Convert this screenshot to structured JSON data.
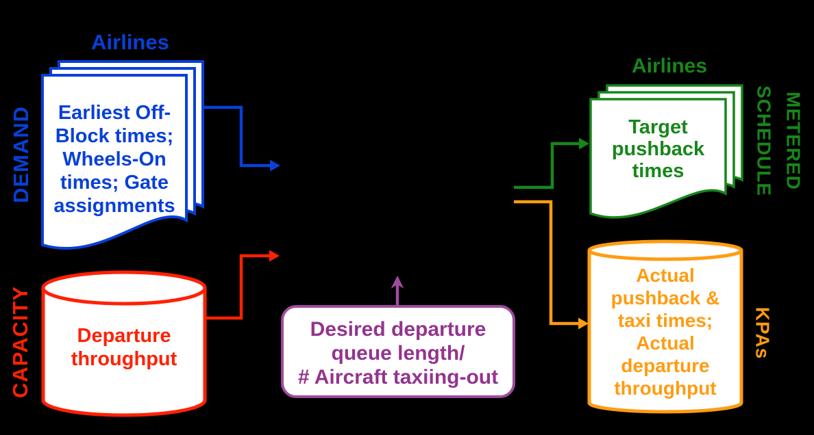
{
  "colors": {
    "blue": "#0840D8",
    "red": "#FF2103",
    "green": "#17871A",
    "orange": "#FF9C12",
    "purple": "#93348F",
    "purple_border": "#A04C9E",
    "shape_fill": "#FFFFFF",
    "background": "#000000"
  },
  "demand": {
    "side_label": "DEMAND",
    "stack_title": "Airlines",
    "stack_text": "Earliest Off-\nBlock times;\nWheels-On\ntimes; Gate\nassignments"
  },
  "capacity": {
    "side_label": "CAPACITY",
    "cylinder_text": "Departure\nthroughput"
  },
  "control": {
    "box_text": "Desired departure\nqueue length/\n# Aircraft taxiing-out"
  },
  "metered_schedule": {
    "side_label": "METERED\nSCHEDULE",
    "stack_title": "Airlines",
    "stack_text": "Target\npushback\ntimes"
  },
  "kpas": {
    "side_label": "KPAs",
    "cylinder_text": "Actual\npushback &\ntaxi times;\nActual\ndeparture\nthroughput"
  }
}
